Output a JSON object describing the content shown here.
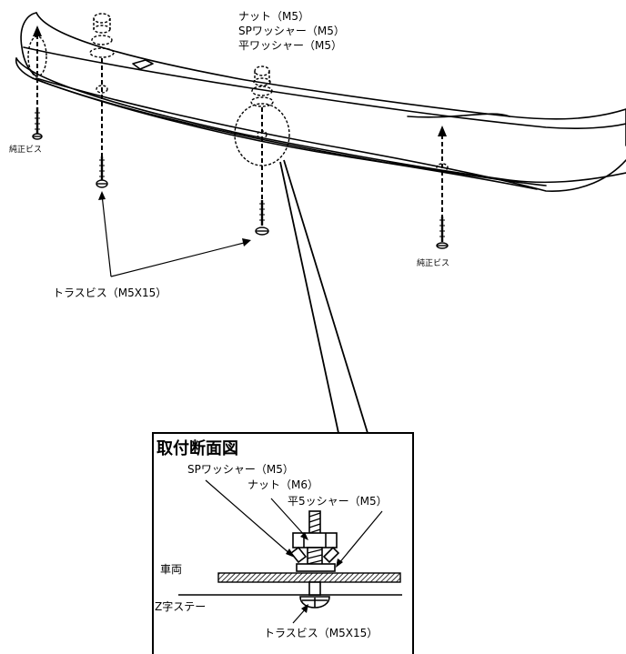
{
  "labels": {
    "nut_m5": "ナット（M5）",
    "sp_washer_m5": "SPワッシャー（M5）",
    "flat_washer_m5": "平ワッシャー（M5）",
    "oem_screw_left": "純正ビス",
    "oem_screw_right": "純正ビス",
    "truss_screw_main": "トラスビス（M5X15）"
  },
  "detail": {
    "title": "取付断面図",
    "sp_washer": "SPワッシャー（M5）",
    "nut": "ナット（M6）",
    "flat_washer": "平5ッシャー（M5）",
    "vehicle": "車両",
    "z_stay": "Z字ステー",
    "truss_screw": "トラスビス（M5X15）"
  }
}
